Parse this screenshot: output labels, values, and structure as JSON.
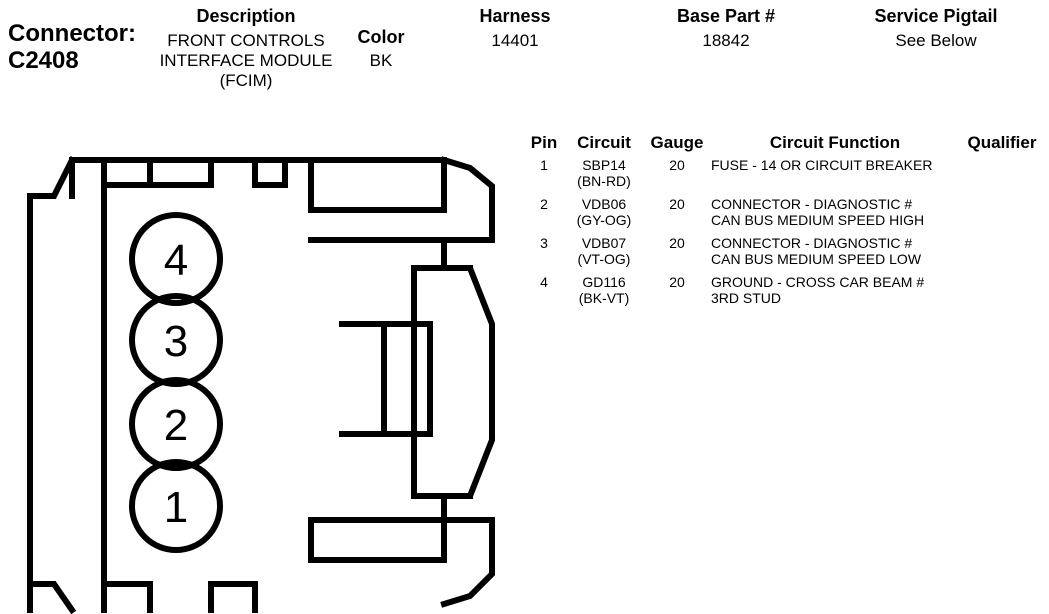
{
  "connector": {
    "label": "Connector:",
    "id": "C2408"
  },
  "description": {
    "header": "Description",
    "lines": [
      "FRONT CONTROLS",
      "INTERFACE MODULE",
      "(FCIM)"
    ]
  },
  "color": {
    "header": "Color",
    "value": "BK"
  },
  "harness": {
    "header": "Harness",
    "value": "14401"
  },
  "base_part": {
    "header": "Base Part #",
    "value": "18842"
  },
  "service_pigtail": {
    "header": "Service Pigtail",
    "value": "See Below"
  },
  "pin_table": {
    "headers": {
      "pin": "Pin",
      "circuit": "Circuit",
      "gauge": "Gauge",
      "function": "Circuit Function",
      "qualifier": "Qualifier"
    },
    "rows": [
      {
        "pin": "1",
        "circuit": "SBP14",
        "color": "(BN-RD)",
        "gauge": "20",
        "function": [
          "FUSE - 14 OR CIRCUIT BREAKER"
        ]
      },
      {
        "pin": "2",
        "circuit": "VDB06",
        "color": "(GY-OG)",
        "gauge": "20",
        "function": [
          "CONNECTOR - DIAGNOSTIC #",
          "CAN BUS MEDIUM SPEED HIGH"
        ]
      },
      {
        "pin": "3",
        "circuit": "VDB07",
        "color": "(VT-OG)",
        "gauge": "20",
        "function": [
          "CONNECTOR - DIAGNOSTIC #",
          "CAN BUS MEDIUM SPEED LOW"
        ]
      },
      {
        "pin": "4",
        "circuit": "GD116",
        "color": "(BK-VT)",
        "gauge": "20",
        "function": [
          "GROUND - CROSS CAR BEAM #",
          "3RD STUD"
        ]
      }
    ]
  },
  "diagram": {
    "pin_labels": [
      "4",
      "3",
      "2",
      "1"
    ],
    "line_color": "#000000"
  }
}
